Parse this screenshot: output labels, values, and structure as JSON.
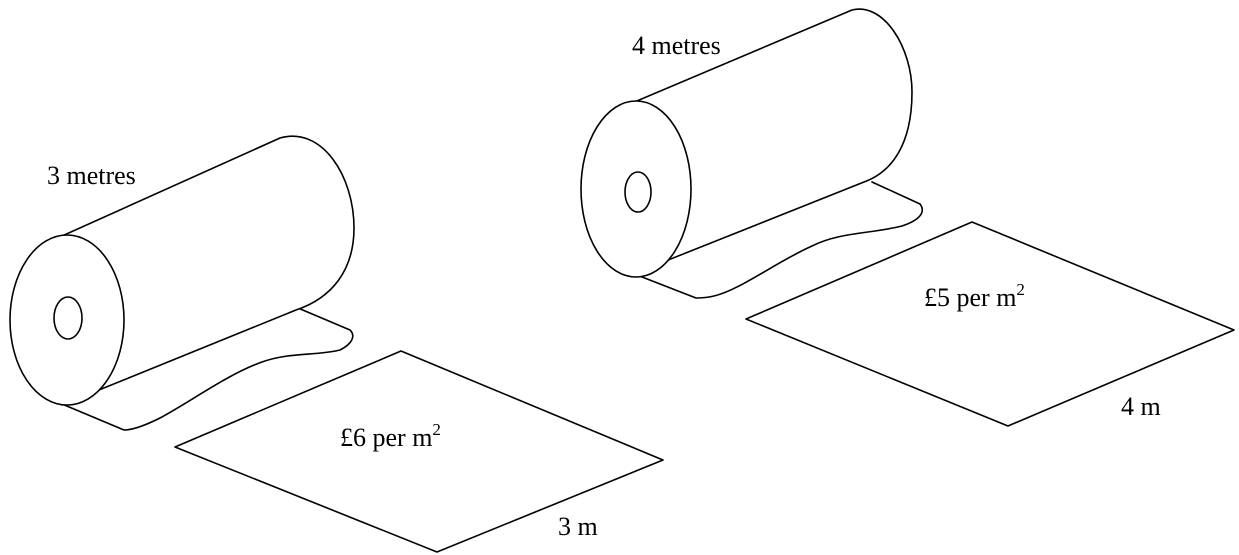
{
  "figure": {
    "roll_left": {
      "length_label": "3 metres",
      "price_amount": "£6 per m",
      "price_exponent": "2",
      "side_label": "3 m"
    },
    "roll_right": {
      "length_label": "4 metres",
      "price_amount": "£5 per m",
      "price_exponent": "2",
      "side_label": "4 m"
    }
  }
}
